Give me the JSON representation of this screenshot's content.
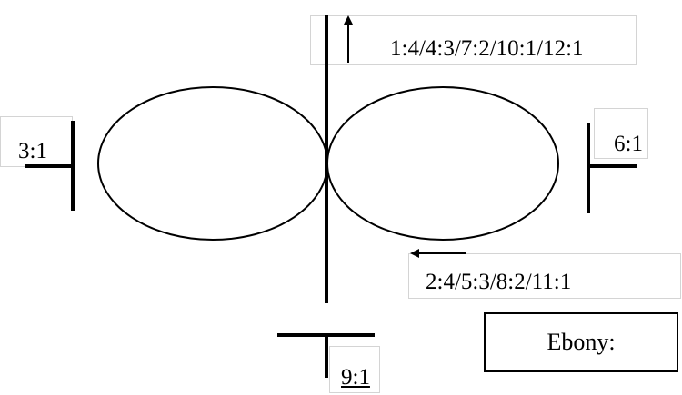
{
  "labels": {
    "top_right": "1:4/4:3/7:2/10:1/12:1",
    "mid_right": "2:4/5:3/8:2/11:1",
    "left": "3:1",
    "right": "6:1",
    "bottom": "9:1"
  },
  "ebony_label": "Ebony:",
  "colors": {
    "stroke": "#000000",
    "frame": "#d4d4d4",
    "background": "#ffffff"
  }
}
